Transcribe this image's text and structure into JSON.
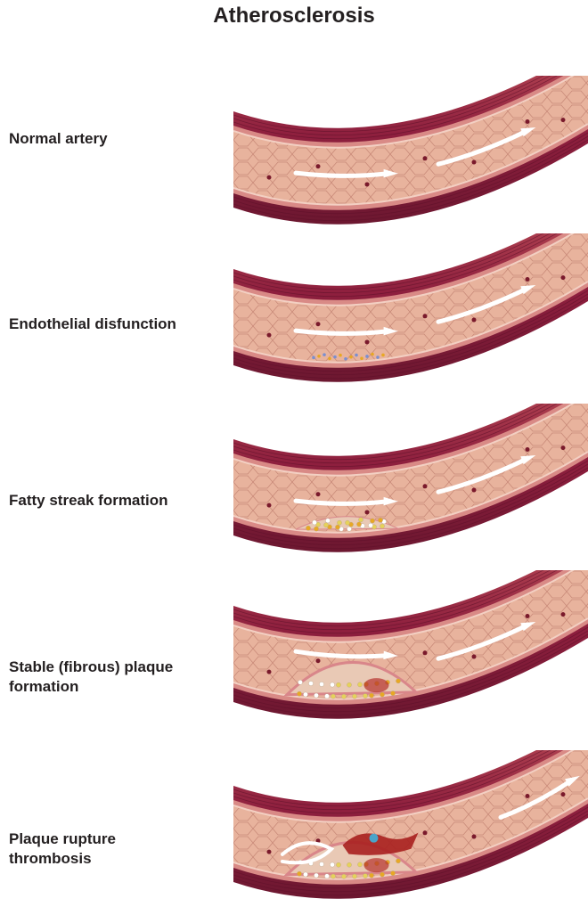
{
  "title": "Atherosclerosis",
  "stages": [
    {
      "label": "Normal artery",
      "stage": "normal"
    },
    {
      "label": "Endothelial disfunction",
      "stage": "endothelial"
    },
    {
      "label": "Fatty streak formation",
      "stage": "fatty"
    },
    {
      "label": "Stable (fibrous) plaque\nformation",
      "stage": "fibrous"
    },
    {
      "label": "Plaque rupture\nthrombosis",
      "stage": "rupture"
    }
  ],
  "colors": {
    "wall_outer": "#8e1f3e",
    "wall_inner": "#d98a86",
    "lumen": "#e8b39d",
    "plaque": "#e9c9b5",
    "lipid": "#e8a824",
    "thrombus": "#a8201f",
    "arrow": "#ffffff"
  }
}
